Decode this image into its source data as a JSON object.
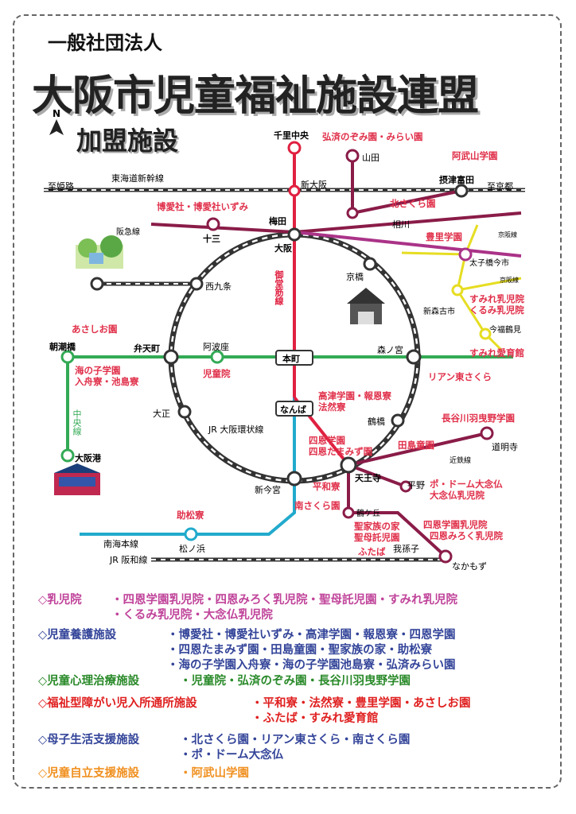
{
  "header": {
    "org": "一般社団法人",
    "title": "大阪市児童福祉施設連盟",
    "subtitle": "加盟施設",
    "north": "N"
  },
  "colors": {
    "loop": "#333333",
    "midosuji": "#e02040",
    "chuo": "#33aa55",
    "purple": "#aa3388",
    "yellow": "#e6dd22",
    "maroon": "#8a1c48",
    "nankai": "#22aacc",
    "facility_red": "#e0304a",
    "legend_pink": "#c0449a",
    "legend_blue": "#334499",
    "legend_green": "#2a8a2a",
    "legend_red": "#e02020",
    "legend_orange": "#f09020"
  },
  "stations": {
    "senri_chuo": "千里中央",
    "yamada": "山田",
    "shin_osaka": "新大阪",
    "settsu_tonda": "摂津富田",
    "umeda": "梅田",
    "osaka": "大阪",
    "juso": "十三",
    "aikawa": "相川",
    "taishibashi": "太子橋今市",
    "kyobashi": "京橋",
    "nishikujo": "西九条",
    "shinmoriko": "新森古市",
    "imafuku": "今福鶴見",
    "bentencho": "弁天町",
    "awaza": "阿波座",
    "hommachi": "本町",
    "morinomiya": "森ノ宮",
    "asashiobashi": "朝潮橋",
    "osakako": "大阪港",
    "taisho": "大正",
    "namba": "なんば",
    "tsuruhashi": "鶴橋",
    "domyoji": "道明寺",
    "tennoji": "天王寺",
    "shinimamiya": "新今宮",
    "hirano": "平野",
    "tsurugaoka": "鶴ケ丘",
    "matsunohama": "松ノ浜",
    "abiko": "我孫子",
    "nakamozu": "なかもず"
  },
  "lines": {
    "tokaido": "東海道新幹線",
    "to_himeji": "至姫路",
    "to_kyoto": "至京都",
    "hankyu": "阪急線",
    "midosuji": "御堂筋線",
    "chuo": "中央線",
    "loop": "JR 大阪環状線",
    "kintetsu": "近鉄線",
    "nankai": "南海本線",
    "hanwa": "JR 阪和線",
    "keihan1": "京阪線",
    "keihan2": "京阪線"
  },
  "facilities": {
    "kosai": "弘済のぞみ園・みらい園",
    "abuyama": "阿武山学園",
    "hakuaisha": "博愛社・博愛社いずみ",
    "kitasakura": "北さくら園",
    "toyosato": "豊里学園",
    "sumire_nyuji": "すみれ乳児院",
    "kurumi": "くるみ乳児院",
    "sumire_aiiku": "すみれ愛育館",
    "asashio": "あさしお園",
    "uminoko": "海の子学園",
    "iribune": "入舟寮・池島寮",
    "jidoin": "児童院",
    "rian": "リアン東さくら",
    "takatsu": "高津学園・報恩寮",
    "hozen": "法然寮",
    "shion": "四恩学園",
    "shion_tamami": "四恩たまみず園",
    "tajima": "田島童園",
    "hasegawa": "長谷川羽曳野学園",
    "heiwa": "平和寮",
    "minami_sakura": "南さくら園",
    "podomu": "ポ・ドーム大念仏",
    "dainenbutsu": "大念仏乳児院",
    "seikazoku": "聖家族の家",
    "seibo": "聖母託児園",
    "futaba": "ふたば",
    "shion_gakuen2": "四恩学園乳児院",
    "shion_miroku": "四恩みろく乳児院",
    "sukematsu": "助松寮"
  },
  "legend": [
    {
      "category": "◇乳児院",
      "items": "・四恩学園乳児院・四恩みろく乳児院・聖母託児園・すみれ乳児院\n・くるみ乳児院・大念仏乳児院",
      "color": "#c0449a"
    },
    {
      "category": "◇児童養護施設",
      "items": "・博愛社・博愛社いずみ・高津学園・報恩寮・四恩学園\n・四恩たまみず園・田島童園・聖家族の家・助松寮\n・海の子学園入舟寮・海の子学園池島寮・弘済みらい園",
      "color": "#334499"
    },
    {
      "category": "◇児童心理治療施設",
      "items": "・児童院・弘済のぞみ園・長谷川羽曳野学園",
      "color": "#2a8a2a"
    },
    {
      "category": "◇福祉型障がい児入所通所施設",
      "items": "・平和寮・法然寮・豊里学園・あさしお園\n・ふたば・すみれ愛育館",
      "color": "#e02020"
    },
    {
      "category": "◇母子生活支援施設",
      "items": "・北さくら園・リアン東さくら・南さくら園\n・ポ・ドーム大念仏",
      "color": "#334499"
    },
    {
      "category": "◇児童自立支援施設",
      "items": "・阿武山学園",
      "color": "#f09020"
    }
  ]
}
